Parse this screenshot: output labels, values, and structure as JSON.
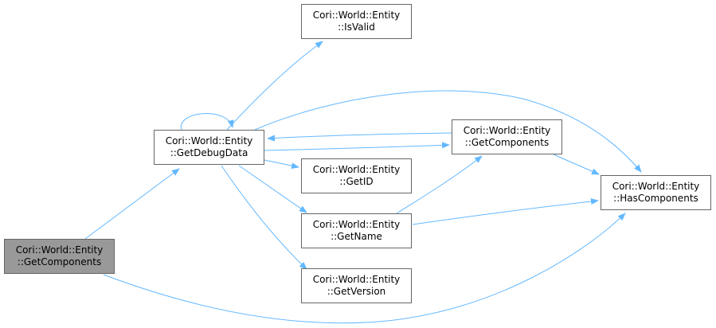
{
  "colors": {
    "edge": "#63b8ff",
    "root_fill": "#999999",
    "node_border": "#666666"
  },
  "nodes": {
    "root": {
      "line1": "Cori::World::Entity",
      "line2": "::GetComponents"
    },
    "getdebugdata": {
      "line1": "Cori::World::Entity",
      "line2": "::GetDebugData"
    },
    "isvalid": {
      "line1": "Cori::World::Entity",
      "line2": "::IsValid"
    },
    "getcomponents": {
      "line1": "Cori::World::Entity",
      "line2": "::GetComponents"
    },
    "getid": {
      "line1": "Cori::World::Entity",
      "line2": "::GetID"
    },
    "getname": {
      "line1": "Cori::World::Entity",
      "line2": "::GetName"
    },
    "getversion": {
      "line1": "Cori::World::Entity",
      "line2": "::GetVersion"
    },
    "hascomponents": {
      "line1": "Cori::World::Entity",
      "line2": "::HasComponents"
    }
  }
}
